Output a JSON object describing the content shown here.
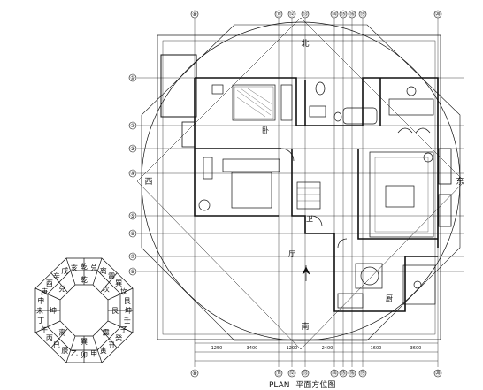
{
  "drawing": {
    "caption_code": "PLAN",
    "caption_title": "平面方位图",
    "top_axis_labels": [
      "⑧",
      "⑪",
      "⑫",
      "⑬",
      "⑭",
      "⑮",
      "⑯",
      "⑲",
      "⑳"
    ],
    "bottom_axis_labels": [
      "⑧",
      "⑪",
      "⑫",
      "⑬",
      "⑭",
      "⑮",
      "⑯",
      "⑲",
      "⑳"
    ],
    "left_axis_labels": [
      "①",
      "②",
      "③",
      "④",
      "⑤",
      "⑥",
      "⑦",
      "⑧"
    ],
    "compass_side_labels": [
      "北",
      "南",
      "东",
      "西"
    ],
    "bagua_outer_ring": [
      "乾",
      "兑",
      "离",
      "震",
      "巽",
      "坎",
      "艮",
      "坤",
      "壬",
      "子",
      "癸",
      "丑",
      "寅",
      "甲",
      "卯",
      "乙",
      "辰",
      "巳",
      "丙",
      "午",
      "丁",
      "未",
      "申",
      "庚",
      "酉",
      "辛",
      "戌",
      "亥"
    ],
    "bagua_inner_ring": [
      "乾",
      "坎",
      "艮",
      "震",
      "巽",
      "离",
      "坤",
      "兑"
    ],
    "room_marks": [
      "卧",
      "厨",
      "厅",
      "卫"
    ],
    "dimension_marks": [
      "1250",
      "3400",
      "1200",
      "2400",
      "1600",
      "3600"
    ],
    "colors": {
      "line": "#111111",
      "hatch": "#333333",
      "paper": "#ffffff"
    }
  }
}
